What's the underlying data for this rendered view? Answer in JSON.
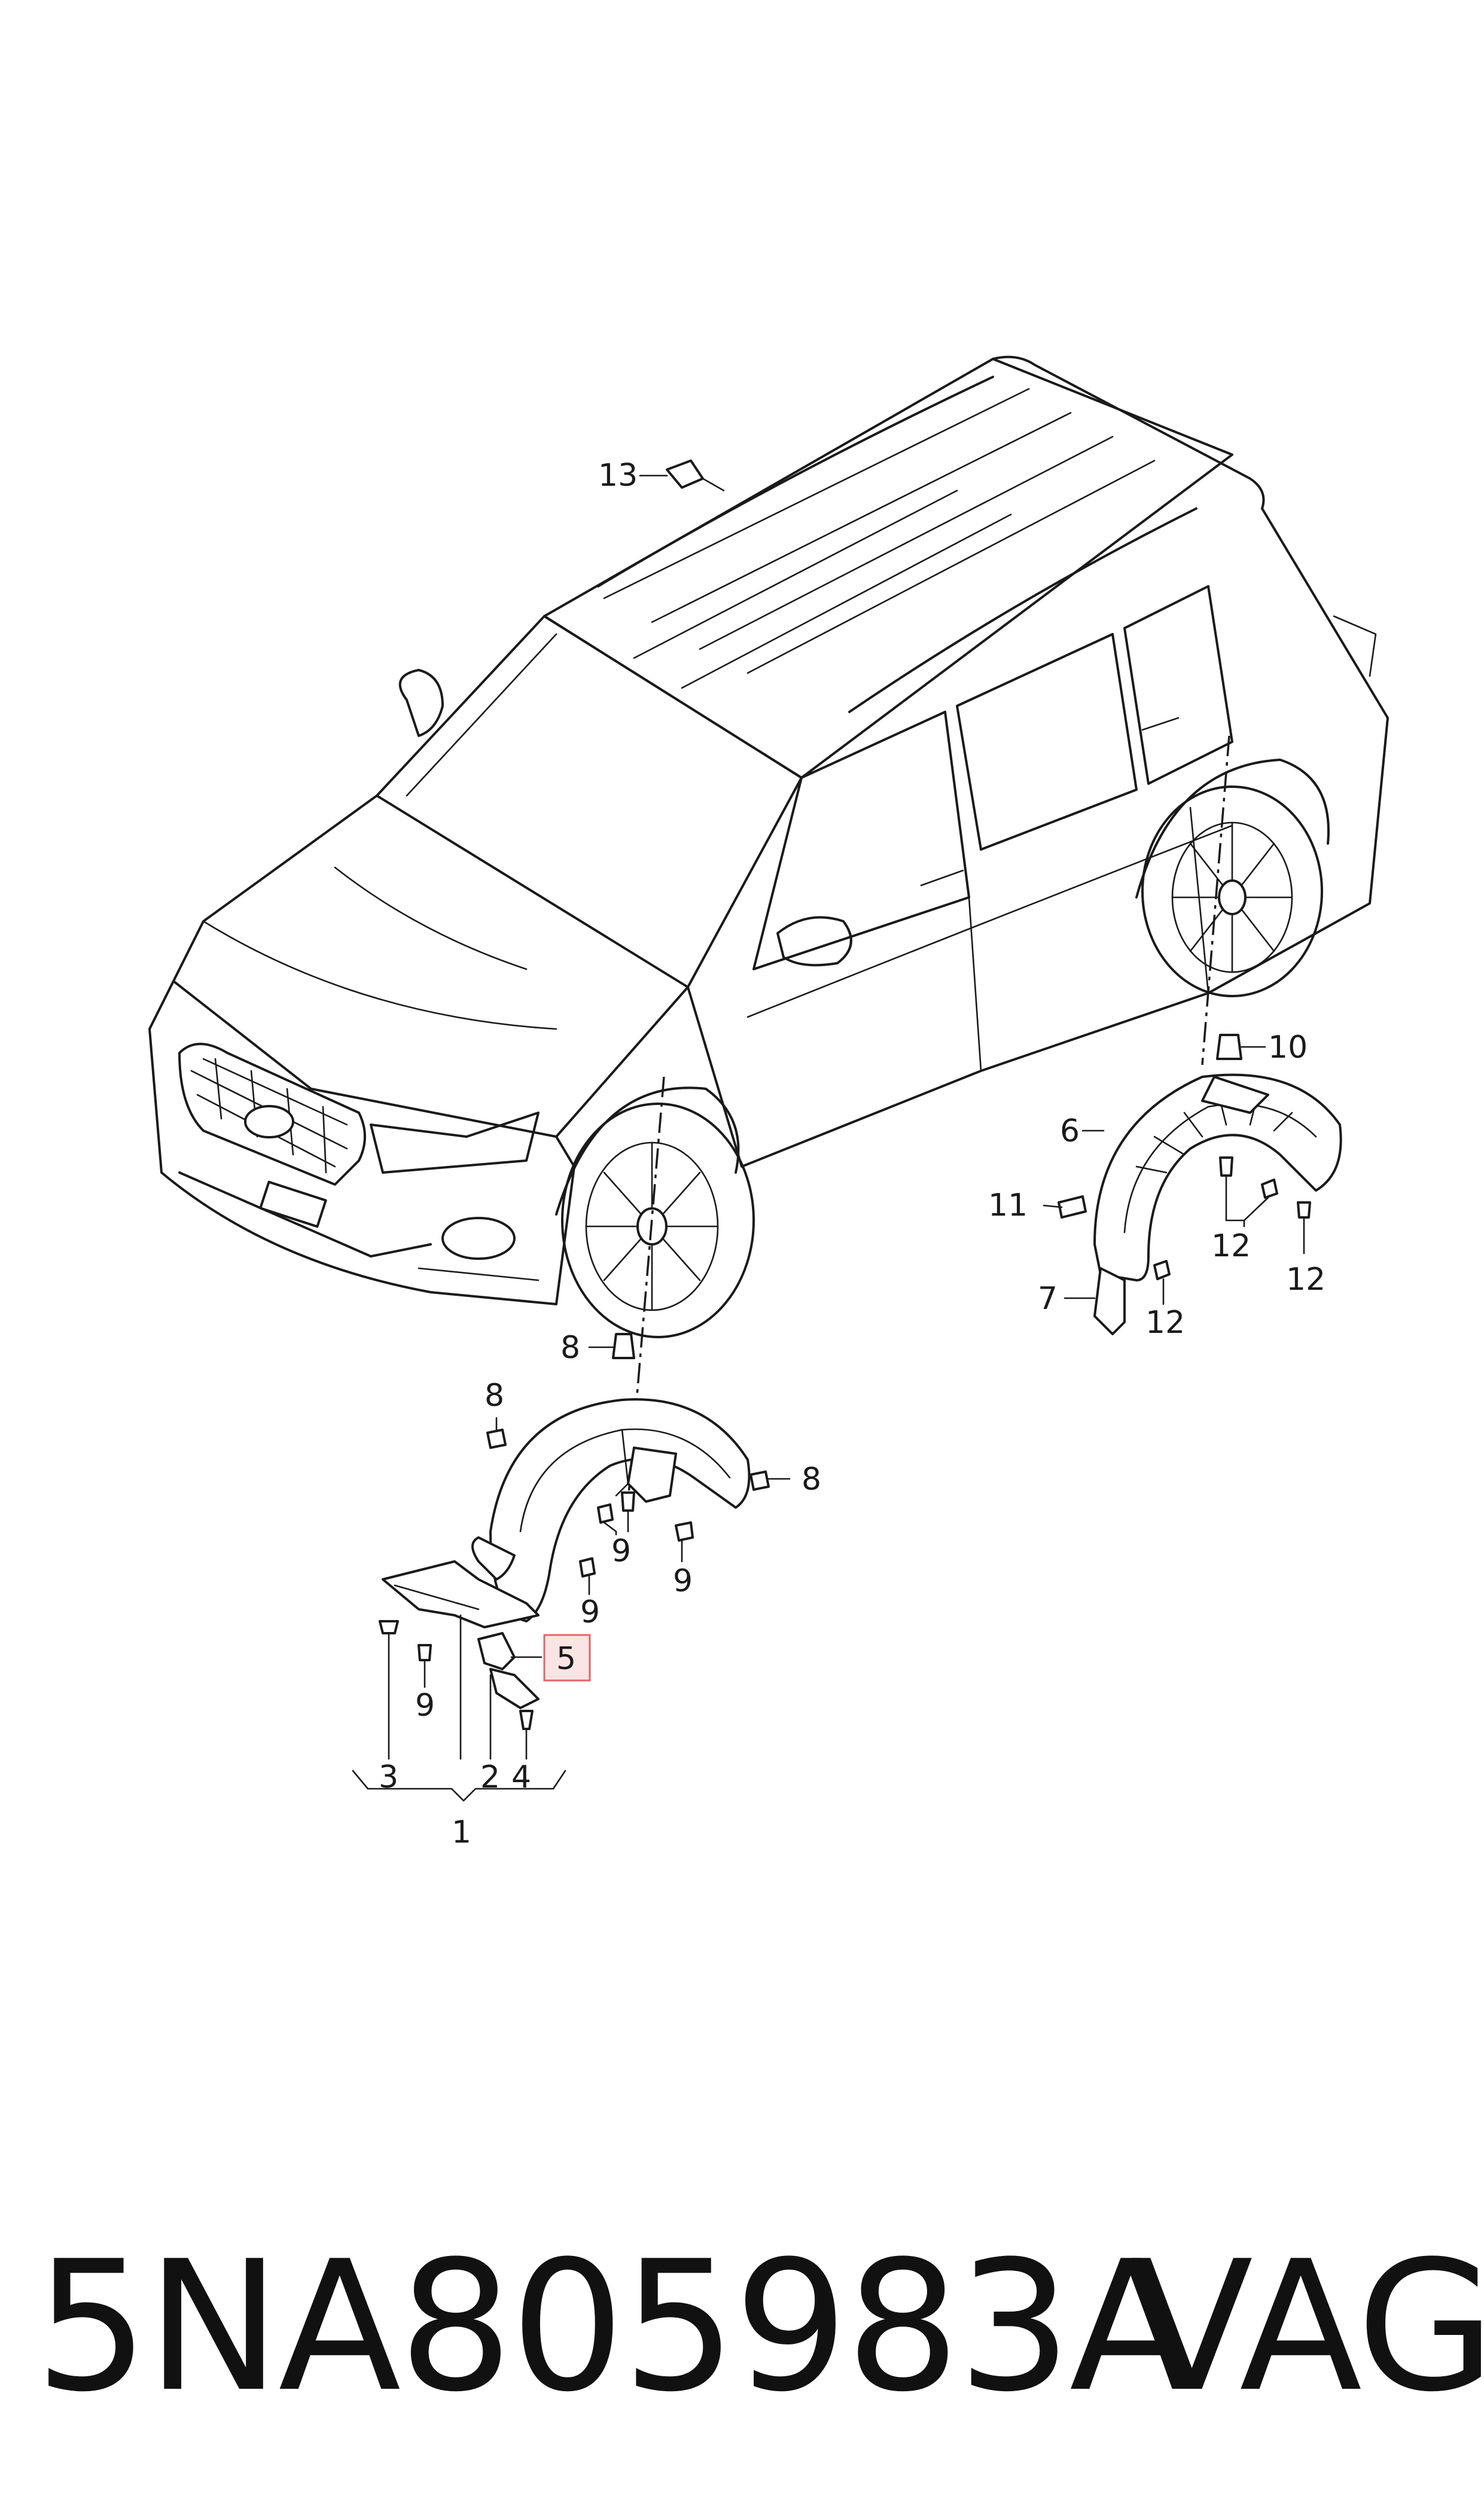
{
  "diagram": {
    "callouts": {
      "c1": "1",
      "c2": "2",
      "c3": "3",
      "c4": "4",
      "c5": "5",
      "c6": "6",
      "c7": "7",
      "c8a": "8",
      "c8b": "8",
      "c8c": "8",
      "c9a": "9",
      "c9b": "9",
      "c9c": "9",
      "c9d": "9",
      "c10": "10",
      "c11": "11",
      "c12a": "12",
      "c12b": "12",
      "c12c": "12",
      "c13": "13"
    },
    "highlight_color": "#e06666",
    "highlight_fill": "#fbe4e4"
  },
  "footer": {
    "part_number": "5NA805983A",
    "brand": "VAG"
  }
}
